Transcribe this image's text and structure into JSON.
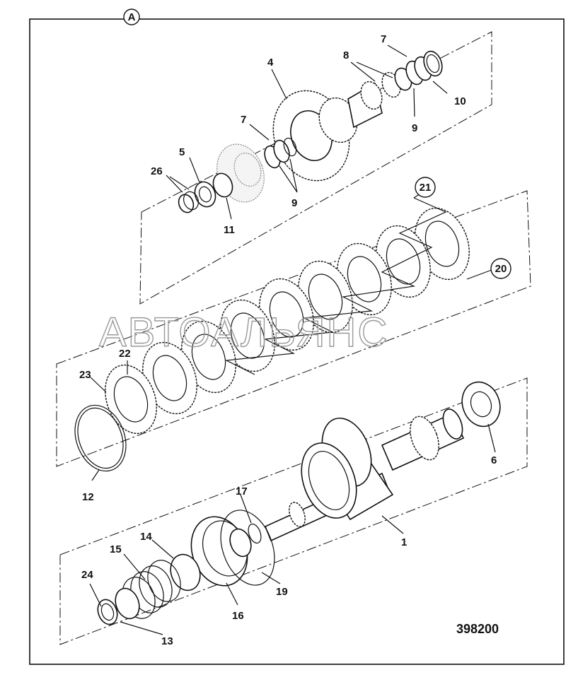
{
  "view_marker": "A",
  "figure_number": "398200",
  "watermark": "АВТОАЛЬЯНС",
  "part_labels": [
    "1",
    "4",
    "5",
    "6",
    "7",
    "7",
    "8",
    "9",
    "9",
    "10",
    "11",
    "12",
    "13",
    "14",
    "15",
    "16",
    "17",
    "19",
    "20",
    "21",
    "22",
    "23",
    "24",
    "26"
  ]
}
